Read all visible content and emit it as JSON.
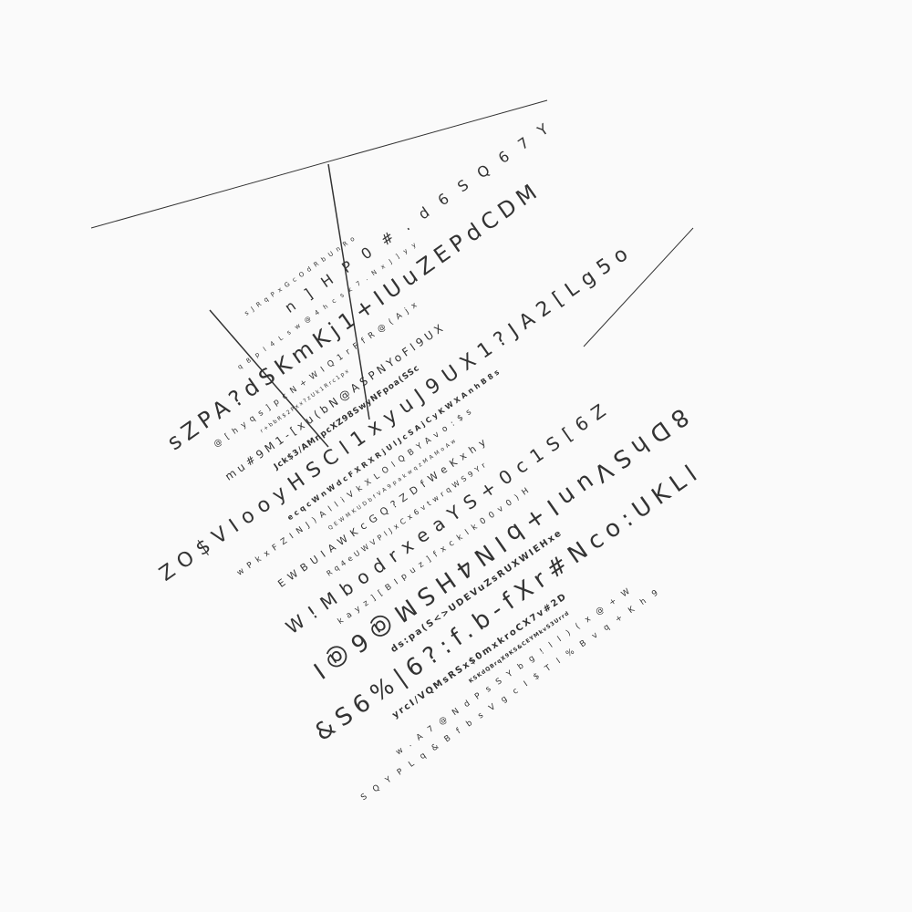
{
  "lines": [
    "8DhSVunI+bIN4HSM@6@I",
    "&S6%|6?:f.b-fXr#Nco:UKLl",
    "n]HP0#.d6SQ67Y",
    "ZO$VIooyHSCl1xyuJ9UX1?JA2[Lg5o",
    "W!MbodrxeaYS+0c1S[6Z",
    "sZPA?dSKmKj1+IUuZEPdCDM",
    "@[hyqs]pcN+WIQ1rFfR@(Ajx",
    "kayz][BIpuz]fxcklk00v0)H",
    "w.A7@NdPsSYbg!ll)(x@+W",
    "KSKdQBrqX9KS&CEYMkvS3Urrd",
    "SQYPLq&BfbsVgcI$Tl%Bvq+Kh9",
    "mu#9M1-[xu(bN@ASPNYoFl9UX",
    "Jck$3/AMnpcXZ98SwyNFpoa(SSc",
    "wPkxFZINJ)AlliVkXLOlQBYAvo:$s",
    "ecqcWnWdcFXRXRjUlJcSAjCyKWXAnhB8s",
    "ds:pa(S<>UDEVuZsRUXWIEHxe",
    "yrcI/VQMsRSx$0mxkroCX7v#2D",
    "EWBUIAWKcGQ?ZDfWeKxhy",
    "Rq4eUWVPIJxCx6vtwrqWS9Yr",
    "q8pl4Lsw@4hcsk7.NxJ]yy",
    "sJRqPxGcOdRbUnRo",
    "r+bbR$2Pxx?zUk1Rrc1px",
    "QEWMKUDbfVA9pakwqzMAMoAw"
  ]
}
